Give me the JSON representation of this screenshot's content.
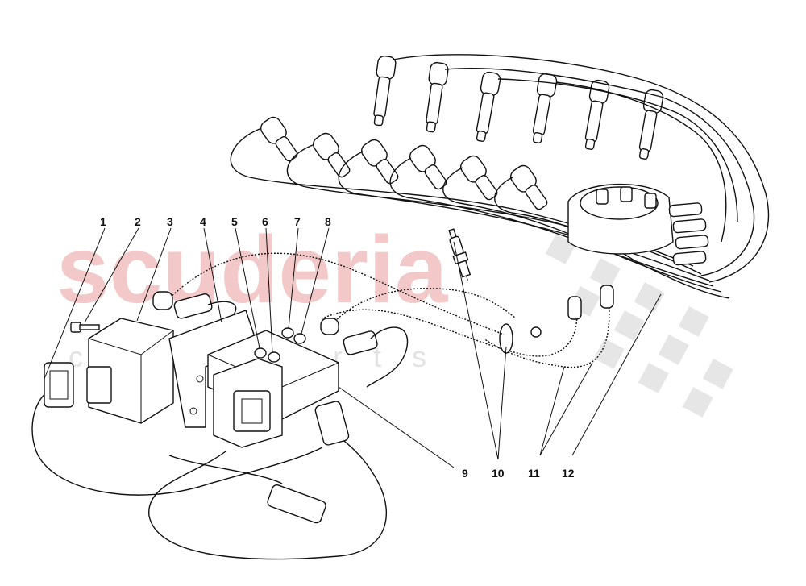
{
  "watermark": {
    "brand": "scuderia",
    "sub": "car parts",
    "color": "#f3c8c8"
  },
  "callouts": [
    "1",
    "2",
    "3",
    "4",
    "5",
    "6",
    "7",
    "8",
    "9",
    "10",
    "11",
    "12"
  ]
}
